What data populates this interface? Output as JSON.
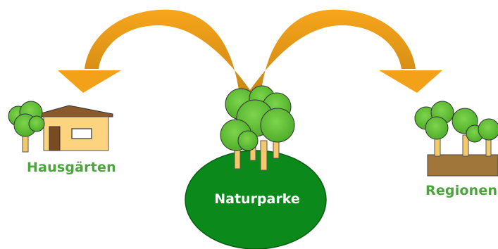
{
  "labels": {
    "left": "Hausgärten",
    "center": "Naturparke",
    "right": "Regionen"
  },
  "colors": {
    "arrow_gradient_top": "#f4a11a",
    "arrow_gradient_bottom": "#c88510",
    "ellipse": "#0a8c1a",
    "tree_crown": "#6ac83c",
    "trunk": "#f4c96a",
    "house_wall": "#fcd37e",
    "house_roof": "#8a5a2a",
    "soil": "#a0763a",
    "label_green": "#4aa53a"
  },
  "icons": [
    "curved-arrow-left-icon",
    "curved-arrow-right-icon",
    "house-icon",
    "tree-icon",
    "forest-icon",
    "park-island-icon"
  ]
}
